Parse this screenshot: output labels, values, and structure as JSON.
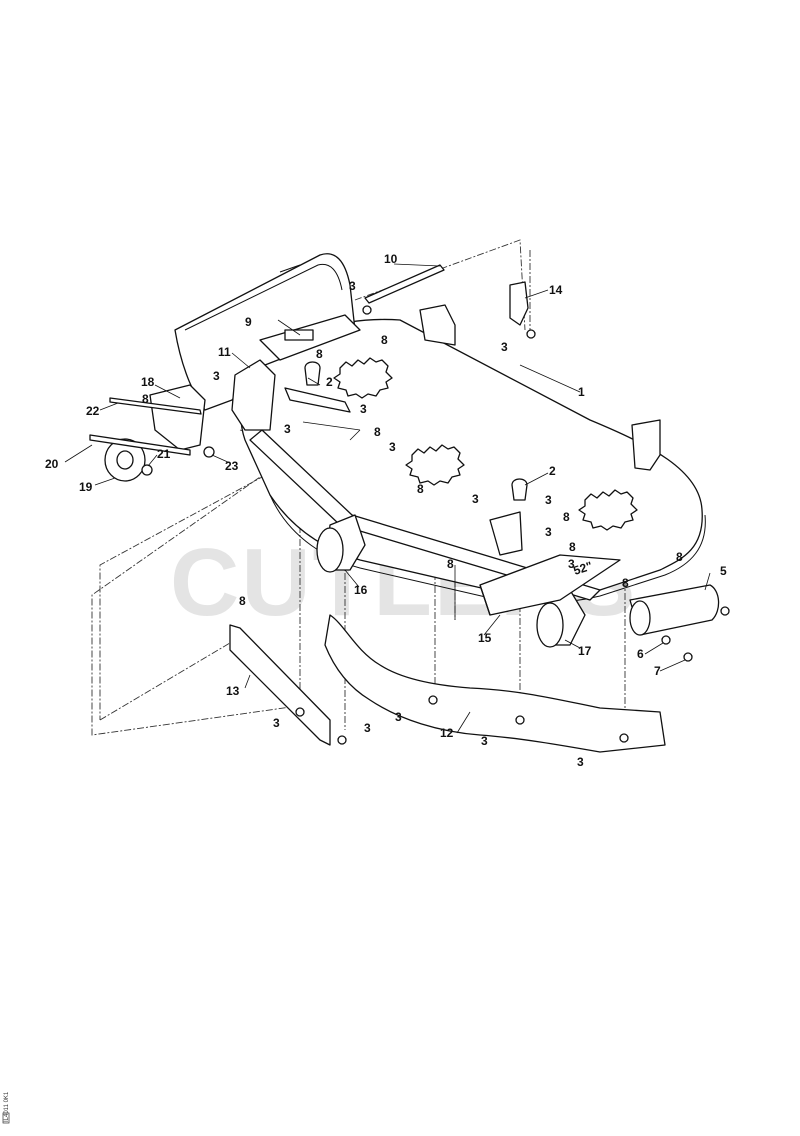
{
  "watermark": "CUTLERS",
  "deck_badge": "52\"",
  "footer_code": "IL4011 0K1",
  "callouts": [
    {
      "id": "c1",
      "label": "1"
    },
    {
      "id": "c2a",
      "label": "2"
    },
    {
      "id": "c2b",
      "label": "2"
    },
    {
      "id": "c3a",
      "label": "3"
    },
    {
      "id": "c3b",
      "label": "3"
    },
    {
      "id": "c3c",
      "label": "3"
    },
    {
      "id": "c3d",
      "label": "3"
    },
    {
      "id": "c3e",
      "label": "3"
    },
    {
      "id": "c3f",
      "label": "3"
    },
    {
      "id": "c3g",
      "label": "3"
    },
    {
      "id": "c3h",
      "label": "3"
    },
    {
      "id": "c3i",
      "label": "3"
    },
    {
      "id": "c3j",
      "label": "3"
    },
    {
      "id": "c3k",
      "label": "3"
    },
    {
      "id": "c3l",
      "label": "3"
    },
    {
      "id": "c3m",
      "label": "3"
    },
    {
      "id": "c3n",
      "label": "3"
    },
    {
      "id": "c3o",
      "label": "3"
    },
    {
      "id": "c5",
      "label": "5"
    },
    {
      "id": "c6",
      "label": "6"
    },
    {
      "id": "c7",
      "label": "7"
    },
    {
      "id": "c8a",
      "label": "8"
    },
    {
      "id": "c8b",
      "label": "8"
    },
    {
      "id": "c8c",
      "label": "8"
    },
    {
      "id": "c8d",
      "label": "8"
    },
    {
      "id": "c8e",
      "label": "8"
    },
    {
      "id": "c8f",
      "label": "8"
    },
    {
      "id": "c8g",
      "label": "8"
    },
    {
      "id": "c8h",
      "label": "8"
    },
    {
      "id": "c8i",
      "label": "8"
    },
    {
      "id": "c8j",
      "label": "8"
    },
    {
      "id": "c8k",
      "label": "8"
    },
    {
      "id": "c9",
      "label": "9"
    },
    {
      "id": "c10",
      "label": "10"
    },
    {
      "id": "c11",
      "label": "11"
    },
    {
      "id": "c12",
      "label": "12"
    },
    {
      "id": "c13",
      "label": "13"
    },
    {
      "id": "c14",
      "label": "14"
    },
    {
      "id": "c15",
      "label": "15"
    },
    {
      "id": "c16",
      "label": "16"
    },
    {
      "id": "c17",
      "label": "17"
    },
    {
      "id": "c18",
      "label": "18"
    },
    {
      "id": "c19",
      "label": "19"
    },
    {
      "id": "c20",
      "label": "20"
    },
    {
      "id": "c21",
      "label": "21"
    },
    {
      "id": "c22",
      "label": "22"
    },
    {
      "id": "c23",
      "label": "23"
    }
  ]
}
